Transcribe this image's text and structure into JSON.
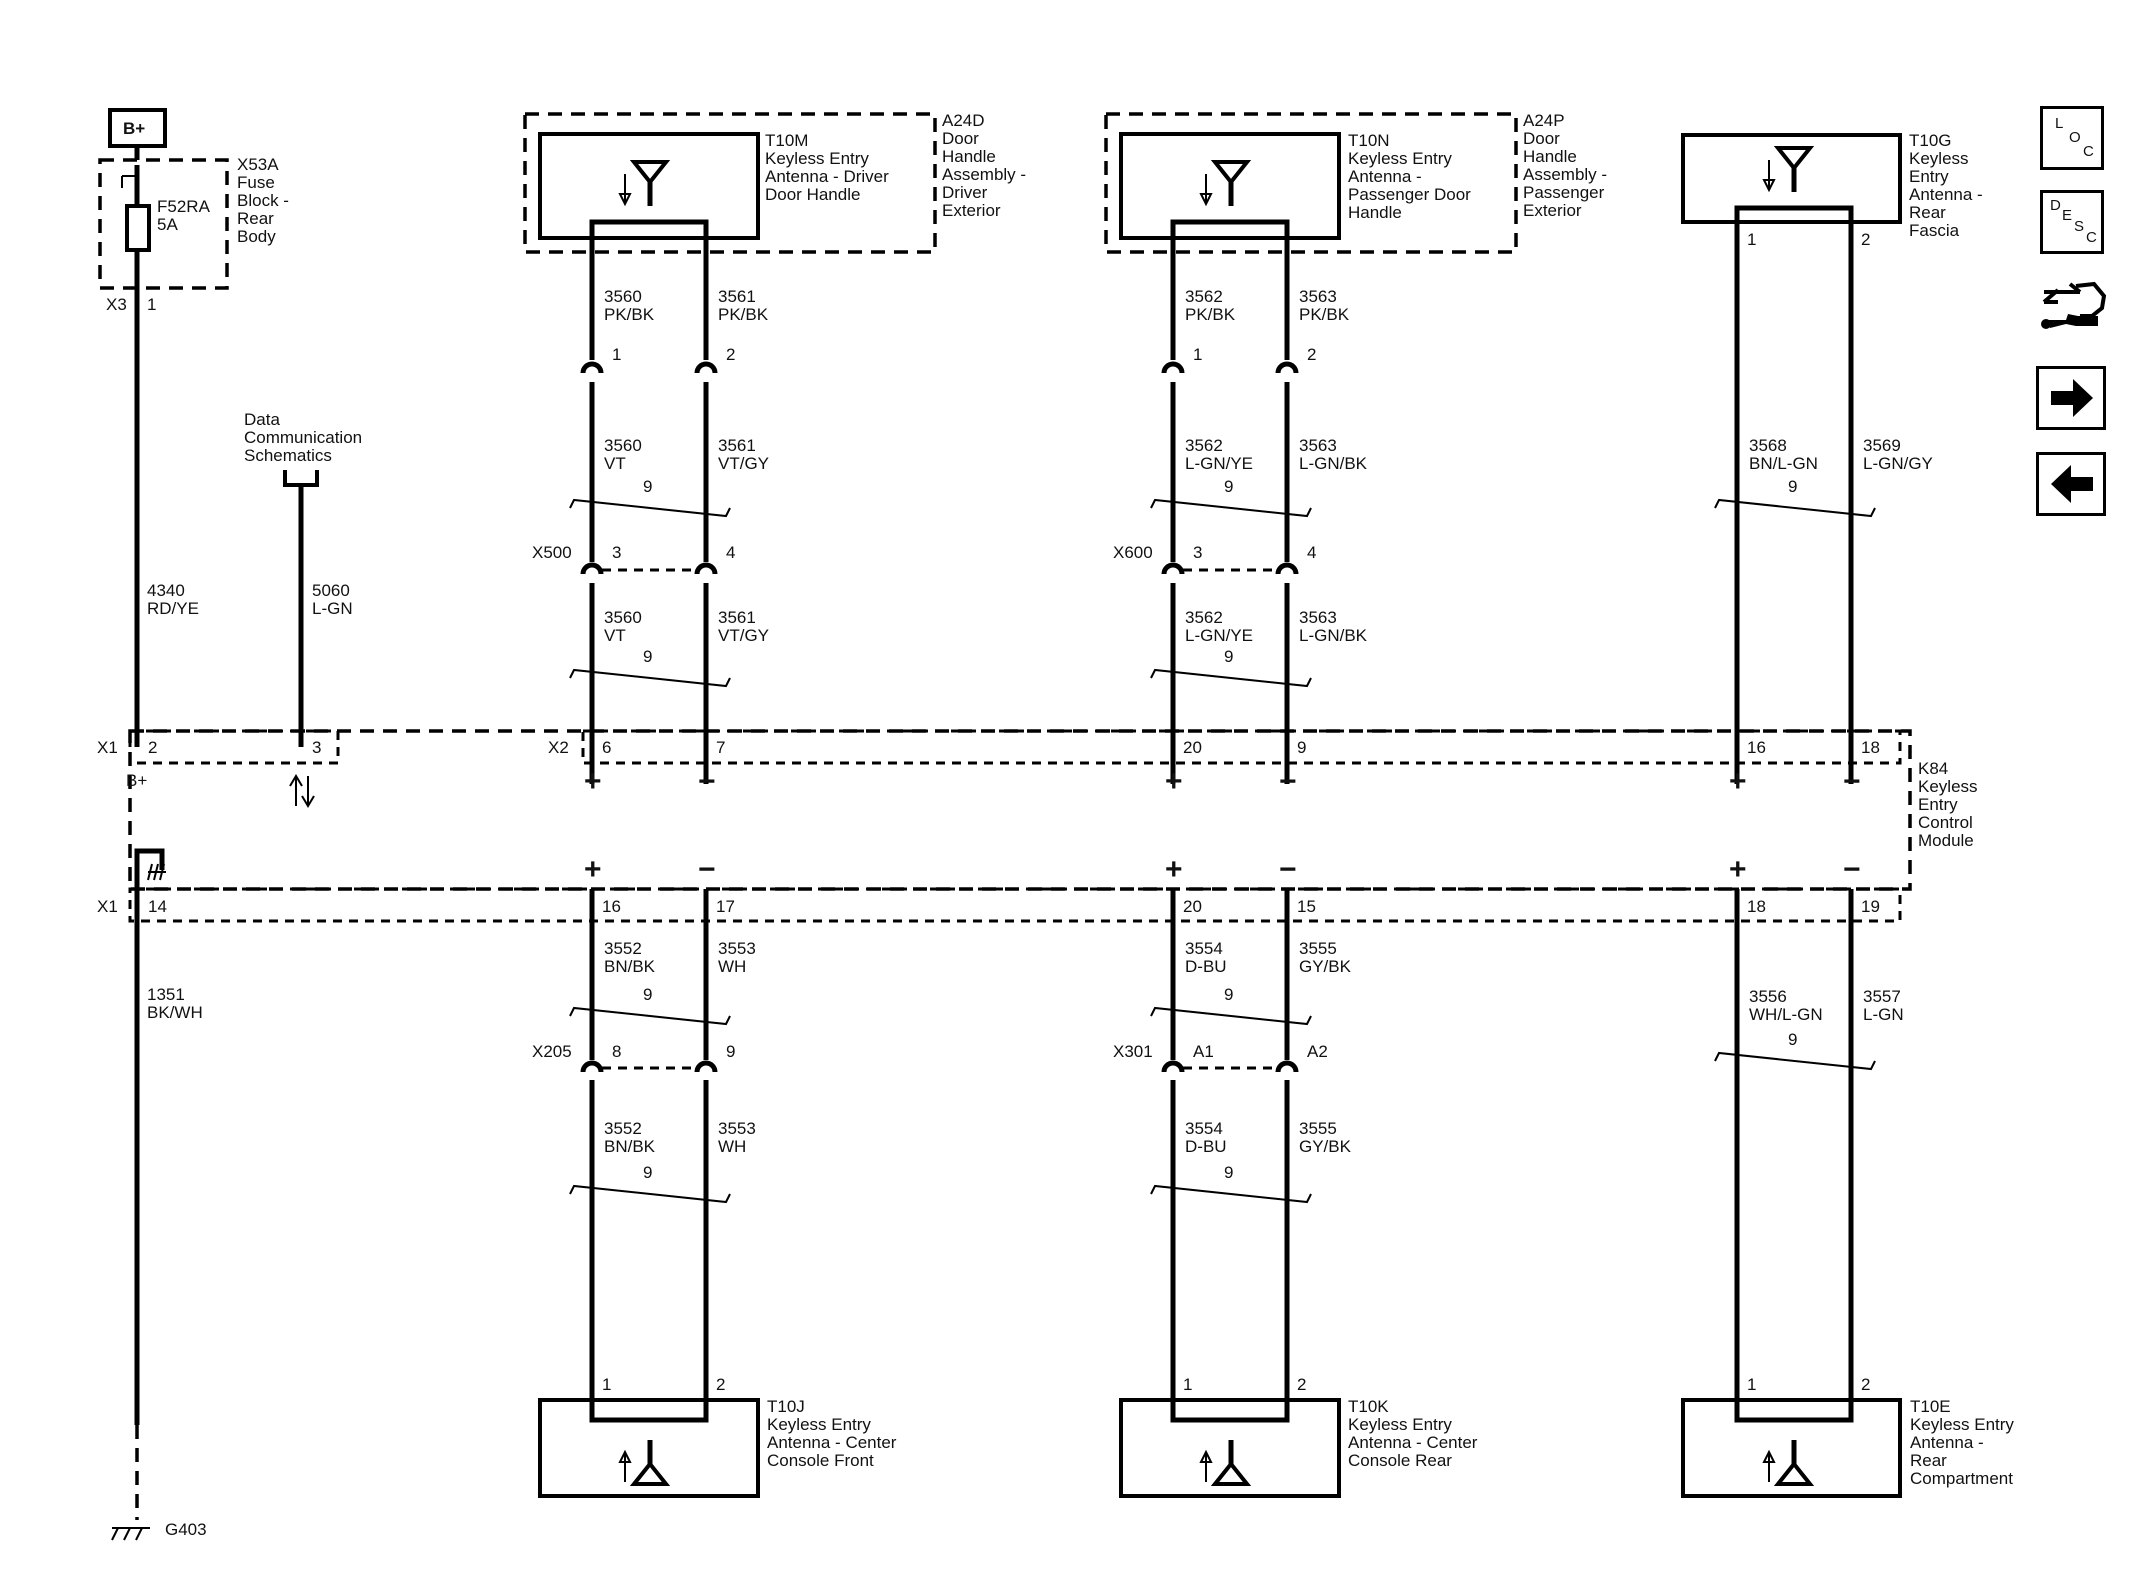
{
  "power": {
    "supply": "B+",
    "fuse_block_ref": "X53A",
    "fuse_block_name": [
      "Fuse",
      "Block -",
      "Rear",
      "Body"
    ],
    "fuse_id": "F52RA",
    "fuse_rating": "5A",
    "connector": "X3",
    "pin": "1"
  },
  "power_wire": {
    "circuit": "4340",
    "color": "RD/YE"
  },
  "data_link": {
    "title": [
      "Data",
      "Communication",
      "Schematics"
    ],
    "circuit": "5060",
    "color": "L-GN"
  },
  "module": {
    "ref": "K84",
    "name": [
      "Keyless",
      "Entry",
      "Control",
      "Module"
    ],
    "upper_connector_left": "X1",
    "upper_connector_right": "X2",
    "lower_connector": "X1",
    "bplus_pin": "2",
    "bplus_label": "B+",
    "data_pin": "3",
    "ground_pin": "14",
    "plus_sign": "+",
    "minus_sign": "−"
  },
  "ground_wire": {
    "circuit": "1351",
    "color": "BK/WH"
  },
  "ground": {
    "label": "G403"
  },
  "twist_label": "9",
  "top_channels": [
    {
      "component_ref": "T10M",
      "component_name": [
        "Keyless Entry",
        "Antenna - Driver",
        "Door Handle"
      ],
      "assembly_ref": "A24D",
      "assembly_name": [
        "Door",
        "Handle",
        "Assembly -",
        "Driver",
        "Exterior"
      ],
      "antenna_pins": [
        "",
        ""
      ],
      "seg1": [
        {
          "circuit": "3560",
          "color": "PK/BK"
        },
        {
          "circuit": "3561",
          "color": "PK/BK"
        }
      ],
      "inline_pins": [
        "1",
        "2"
      ],
      "seg2": [
        {
          "circuit": "3560",
          "color": "VT"
        },
        {
          "circuit": "3561",
          "color": "VT/GY"
        }
      ],
      "splice_ref": "X500",
      "splice_pins": [
        "3",
        "4"
      ],
      "seg3": [
        {
          "circuit": "3560",
          "color": "VT"
        },
        {
          "circuit": "3561",
          "color": "VT/GY"
        }
      ],
      "module_pins": [
        "6",
        "7"
      ]
    },
    {
      "component_ref": "T10N",
      "component_name": [
        "Keyless Entry",
        "Antenna -",
        "Passenger Door",
        "Handle"
      ],
      "assembly_ref": "A24P",
      "assembly_name": [
        "Door",
        "Handle",
        "Assembly -",
        "Passenger",
        "Exterior"
      ],
      "antenna_pins": [
        "",
        ""
      ],
      "seg1": [
        {
          "circuit": "3562",
          "color": "PK/BK"
        },
        {
          "circuit": "3563",
          "color": "PK/BK"
        }
      ],
      "inline_pins": [
        "1",
        "2"
      ],
      "seg2": [
        {
          "circuit": "3562",
          "color": "L-GN/YE"
        },
        {
          "circuit": "3563",
          "color": "L-GN/BK"
        }
      ],
      "splice_ref": "X600",
      "splice_pins": [
        "3",
        "4"
      ],
      "seg3": [
        {
          "circuit": "3562",
          "color": "L-GN/YE"
        },
        {
          "circuit": "3563",
          "color": "L-GN/BK"
        }
      ],
      "module_pins": [
        "20",
        "9"
      ]
    },
    {
      "component_ref": "T10G",
      "component_name": [
        "Keyless",
        "Entry",
        "Antenna -",
        "Rear",
        "Fascia"
      ],
      "antenna_pins": [
        "1",
        "2"
      ],
      "wires": [
        {
          "circuit": "3568",
          "color": "BN/L-GN"
        },
        {
          "circuit": "3569",
          "color": "L-GN/GY"
        }
      ],
      "module_pins": [
        "16",
        "18"
      ]
    }
  ],
  "bottom_channels": [
    {
      "module_pins": [
        "16",
        "17"
      ],
      "seg1": [
        {
          "circuit": "3552",
          "color": "BN/BK"
        },
        {
          "circuit": "3553",
          "color": "WH"
        }
      ],
      "splice_ref": "X205",
      "splice_pins": [
        "8",
        "9"
      ],
      "seg2": [
        {
          "circuit": "3552",
          "color": "BN/BK"
        },
        {
          "circuit": "3553",
          "color": "WH"
        }
      ],
      "antenna_pins": [
        "1",
        "2"
      ],
      "component_ref": "T10J",
      "component_name": [
        "Keyless Entry",
        "Antenna - Center",
        "Console Front"
      ]
    },
    {
      "module_pins": [
        "20",
        "15"
      ],
      "seg1": [
        {
          "circuit": "3554",
          "color": "D-BU"
        },
        {
          "circuit": "3555",
          "color": "GY/BK"
        }
      ],
      "splice_ref": "X301",
      "splice_pins": [
        "A1",
        "A2"
      ],
      "seg2": [
        {
          "circuit": "3554",
          "color": "D-BU"
        },
        {
          "circuit": "3555",
          "color": "GY/BK"
        }
      ],
      "antenna_pins": [
        "1",
        "2"
      ],
      "component_ref": "T10K",
      "component_name": [
        "Keyless Entry",
        "Antenna - Center",
        "Console Rear"
      ]
    },
    {
      "module_pins": [
        "18",
        "19"
      ],
      "wires": [
        {
          "circuit": "3556",
          "color": "WH/L-GN"
        },
        {
          "circuit": "3557",
          "color": "L-GN"
        }
      ],
      "antenna_pins": [
        "1",
        "2"
      ],
      "component_ref": "T10E",
      "component_name": [
        "Keyless Entry",
        "Antenna -",
        "Rear",
        "Compartment"
      ]
    }
  ],
  "nav_buttons": [
    {
      "name": "location-button",
      "icon": "loc-icon",
      "letters": [
        "L",
        "O",
        "C"
      ]
    },
    {
      "name": "description-button",
      "icon": "desc-icon",
      "letters": [
        "D",
        "E",
        "S",
        "C"
      ]
    },
    {
      "name": "diagnostic-button",
      "icon": "vehicle-wrench-icon"
    },
    {
      "name": "next-page-button",
      "icon": "arrow-right-icon"
    },
    {
      "name": "previous-page-button",
      "icon": "arrow-left-icon"
    }
  ]
}
